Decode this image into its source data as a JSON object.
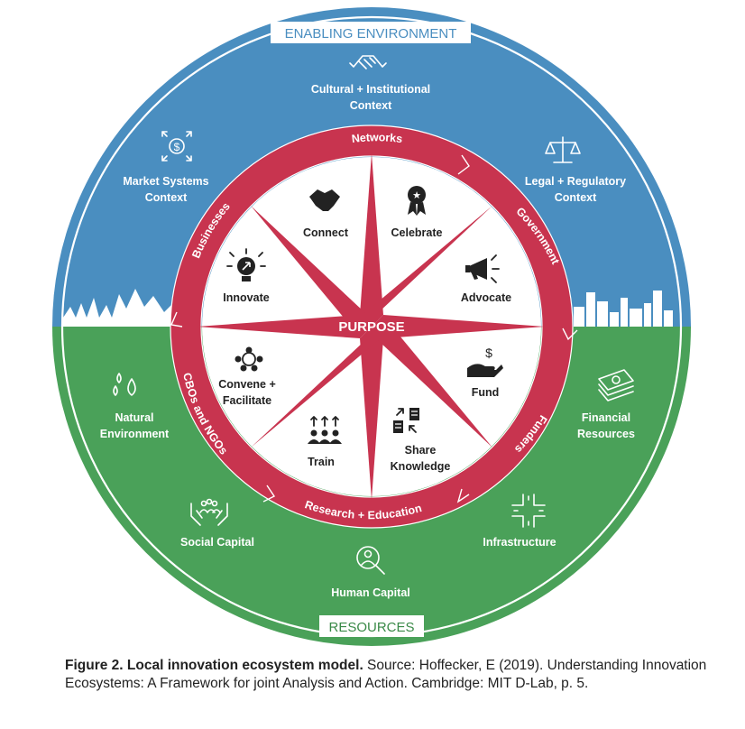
{
  "colors": {
    "environment_blue": "#4a8ec0",
    "resources_green": "#4aa159",
    "ring_red": "#c8344f",
    "white": "#ffffff",
    "text_dark": "#222222"
  },
  "outer": {
    "top_banner": "ENABLING ENVIRONMENT",
    "bottom_banner": "RESOURCES",
    "environment_items": [
      {
        "id": "cultural",
        "lines": [
          "Cultural + Institutional",
          "Context"
        ],
        "icon": "handshake-hands-icon"
      },
      {
        "id": "market",
        "lines": [
          "Market Systems",
          "Context"
        ],
        "icon": "dollar-arrows-icon"
      },
      {
        "id": "legal",
        "lines": [
          "Legal + Regulatory",
          "Context"
        ],
        "icon": "scales-icon"
      }
    ],
    "resource_items": [
      {
        "id": "natural",
        "lines": [
          "Natural",
          "Environment"
        ],
        "icon": "water-drops-icon"
      },
      {
        "id": "financial",
        "lines": [
          "Financial",
          "Resources"
        ],
        "icon": "money-stack-icon"
      },
      {
        "id": "social",
        "lines": [
          "Social Capital"
        ],
        "icon": "hands-people-icon"
      },
      {
        "id": "infrastructure",
        "lines": [
          "Infrastructure"
        ],
        "icon": "crossroads-icon"
      },
      {
        "id": "human",
        "lines": [
          "Human Capital"
        ],
        "icon": "magnifier-person-icon"
      }
    ]
  },
  "ring": {
    "labels": {
      "networks": "Networks",
      "government": "Government",
      "funders": "Funders",
      "research": "Research + Education",
      "cbos": "CBOs and NGOs",
      "businesses": "Businesses"
    }
  },
  "center": {
    "purpose": "PURPOSE",
    "functions": [
      {
        "id": "connect",
        "lines": [
          "Connect"
        ],
        "icon": "handshake-icon"
      },
      {
        "id": "celebrate",
        "lines": [
          "Celebrate"
        ],
        "icon": "award-ribbon-icon"
      },
      {
        "id": "advocate",
        "lines": [
          "Advocate"
        ],
        "icon": "megaphone-icon"
      },
      {
        "id": "fund",
        "lines": [
          "Fund"
        ],
        "icon": "hand-dollar-icon"
      },
      {
        "id": "share",
        "lines": [
          "Share",
          "Knowledge"
        ],
        "icon": "document-exchange-icon"
      },
      {
        "id": "train",
        "lines": [
          "Train"
        ],
        "icon": "group-arrows-icon"
      },
      {
        "id": "convene",
        "lines": [
          "Convene +",
          "Facilitate"
        ],
        "icon": "circle-people-icon"
      },
      {
        "id": "innovate",
        "lines": [
          "Innovate"
        ],
        "icon": "lightbulb-icon"
      }
    ]
  },
  "caption": {
    "title": "Figure 2. Local innovation ecosystem model.",
    "text": " Source: Hoffecker, E (2019). Understanding Innovation Ecosystems: A Framework for joint Analysis and Action. Cambridge: MIT D-Lab, p. 5."
  }
}
